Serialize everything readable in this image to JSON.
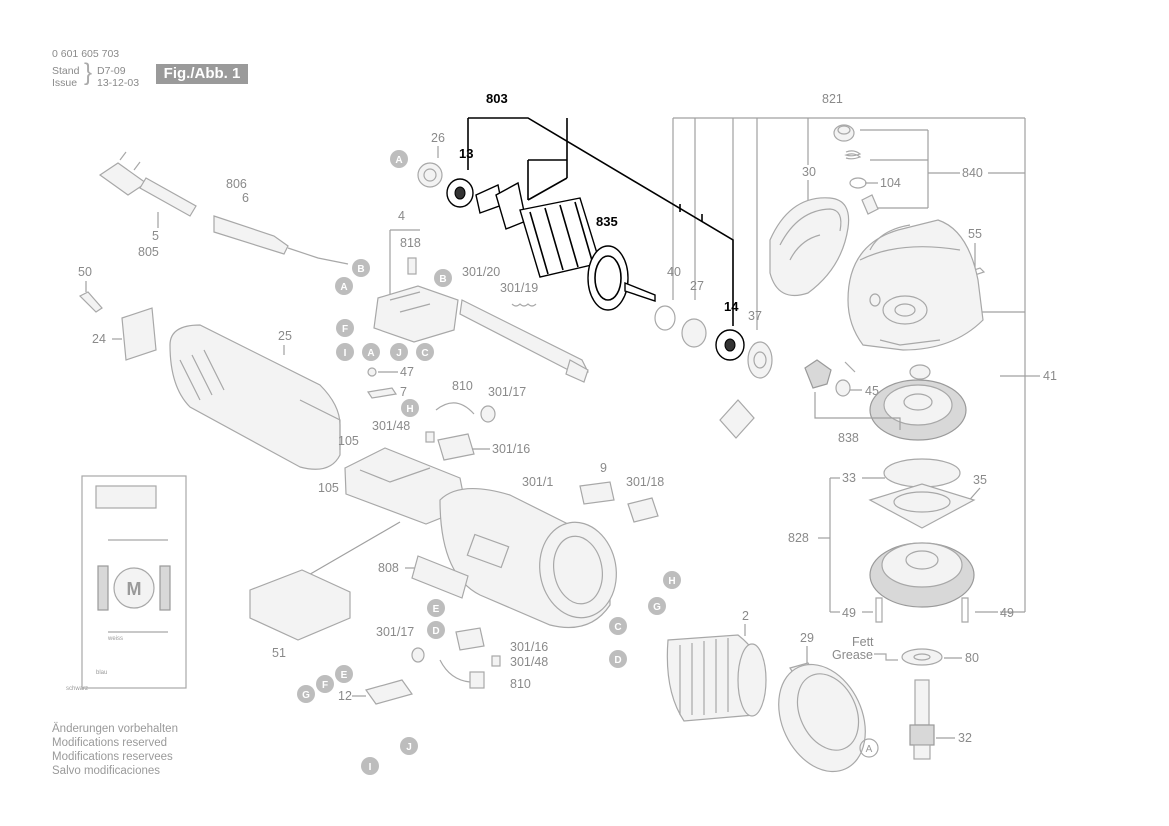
{
  "header": {
    "doc_number": "0 601 605 703",
    "stand_label": "Stand",
    "issue_label": "Issue",
    "stand_value": "D7-09",
    "issue_date": "13-12-03",
    "figure_label": "Fig./Abb. 1"
  },
  "notes": [
    "Änderungen vorbehalten",
    "Modifications reserved",
    "Modifications reservees",
    "Salvo modificaciones"
  ],
  "colors": {
    "line": "#9a9a9a",
    "highlight": "#000000",
    "label": "#8a8a8a"
  },
  "highlighted_parts": [
    "803",
    "13",
    "835",
    "14"
  ],
  "part_labels": {
    "p803": "803",
    "p13": "13",
    "p835": "835",
    "p14": "14",
    "p26": "26",
    "p821": "821",
    "p30": "30",
    "p840": "840",
    "p104": "104",
    "p55": "55",
    "p40": "40",
    "p27": "27",
    "p37": "37",
    "p41": "41",
    "p45": "45",
    "p838": "838",
    "p33": "33",
    "p35": "35",
    "p828": "828",
    "p49a": "49",
    "p49b": "49",
    "p80": "80",
    "p32": "32",
    "p29": "29",
    "p2": "2",
    "p806": "806",
    "p6": "6",
    "p5": "5",
    "p805": "805",
    "p50": "50",
    "p24": "24",
    "p25": "25",
    "p4": "4",
    "p818": "818",
    "p301_20": "301/20",
    "p301_19": "301/19",
    "p47": "47",
    "p7": "7",
    "p810a": "810",
    "p301_17a": "301/17",
    "p301_48a": "301/48",
    "p301_16a": "301/16",
    "p105a": "105",
    "p105b": "105",
    "p301_1": "301/1",
    "p9": "9",
    "p301_18": "301/18",
    "p808": "808",
    "p51": "51",
    "p301_17b": "301/17",
    "p301_16b": "301/16",
    "p301_48b": "301/48",
    "p810b": "810",
    "p12": "12",
    "motor_symbol": "M"
  },
  "grease_label": {
    "line1": "Fett",
    "line2": "Grease"
  },
  "callouts": [
    "A",
    "B",
    "A",
    "B",
    "F",
    "I",
    "A",
    "J",
    "C",
    "H",
    "A",
    "E",
    "D",
    "C",
    "G",
    "H",
    "D",
    "G",
    "F",
    "E",
    "I",
    "J"
  ],
  "wiring_labels": {
    "w1": "weiss",
    "w2": "blau",
    "w3": "schwarz"
  }
}
